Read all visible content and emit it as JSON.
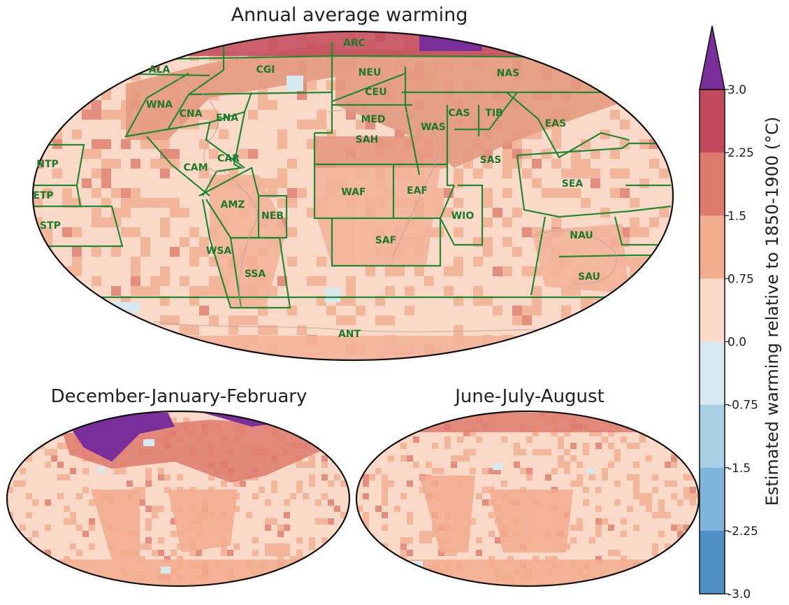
{
  "titles": {
    "main": "Annual average warming",
    "djf": "December-January-February",
    "jja": "June-July-August"
  },
  "colorbar": {
    "label": "Estimated warming relative to 1850-1900 (°C)",
    "ticks": [
      "3.0",
      "2.25",
      "1.5",
      "0.75",
      "0.0",
      "-0.75",
      "-1.5",
      "-2.25",
      "-3.0"
    ],
    "bands": [
      {
        "range": "> 3.0",
        "color": "#7a2e9a"
      },
      {
        "range": "2.25 to 3.0",
        "color": "#c24a5c"
      },
      {
        "range": "1.5 to 2.25",
        "color": "#de7a6e"
      },
      {
        "range": "0.75 to 1.5",
        "color": "#f2ac8e"
      },
      {
        "range": "0.0 to 0.75",
        "color": "#fbd9c8"
      },
      {
        "range": "-0.75 to 0.0",
        "color": "#d6e9f1"
      },
      {
        "range": "-1.5 to -0.75",
        "color": "#a9d0e4"
      },
      {
        "range": "-2.25 to -1.5",
        "color": "#7db6d8"
      },
      {
        "range": "-3.0 to -2.25",
        "color": "#4f8fc4"
      }
    ]
  },
  "region_color": "#1f8a33",
  "regions": [
    "ARC",
    "ALA",
    "CGI",
    "NEU",
    "NAS",
    "CEU",
    "WNA",
    "CNA",
    "ENA",
    "MED",
    "CAS",
    "TIB",
    "EAS",
    "WAS",
    "SAH",
    "NTP",
    "CAR",
    "CAM",
    "SAS",
    "ETP",
    "WAF",
    "EAF",
    "SEA",
    "AMZ",
    "NEB",
    "STP",
    "WIO",
    "SAF",
    "NAU",
    "WSA",
    "SSA",
    "SAU",
    "ANT"
  ]
}
